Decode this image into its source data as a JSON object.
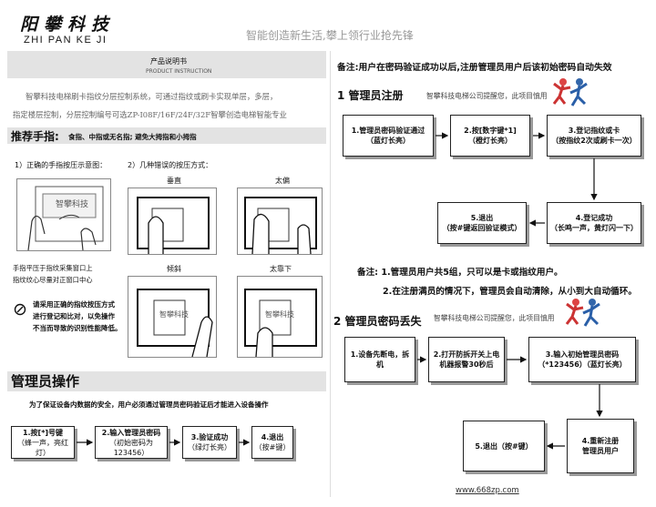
{
  "header": {
    "logo_cn": "阳攀科技",
    "logo_en": "ZHI PAN KE JI",
    "slogan": "智能创造新生活,攀上领行业抢先锋"
  },
  "manual": {
    "title": "产品说明书",
    "subtitle": "PRODUCT INSTRUCTION",
    "intro_line1": "智攀科技电梯刷卡指纹分层控制系统，可通过指纹或刷卡实现单层，多层，",
    "intro_line2": "指定楼层控制，分层控制编号可选ZP-I08F/16F/24F/32F智攀创造电梯智能专业"
  },
  "finger": {
    "title": "推荐手指:",
    "recommend": "食指、中指或无名指; 避免大拇指和小拇指",
    "correct_label": "1）正确的手指按压示意图：",
    "wrong_label": "2）几种错误的按压方式：",
    "brand_on_card": "智攀科技",
    "correct_caption_1": "手指平压于指纹采集窗口上",
    "correct_caption_2": "指纹纹心尽量对正窗口中心",
    "note_1": "请采用正确的指纹按压方式",
    "note_2": "进行登记和比对，以免操作",
    "note_3": "不当而导致的识别性能降低。",
    "wrong_types": [
      "垂直",
      "太偏",
      "倾斜",
      "太靠下"
    ]
  },
  "admin_ops": {
    "title": "管理员操作",
    "desc": "为了保证设备内数据的安全，用户必须通过管理员密码验证后才能进入设备操作",
    "steps": [
      {
        "l1": "1.按[*]号键",
        "l2": "（蜂一声，亮红灯）"
      },
      {
        "l1": "2.输入管理员密码",
        "l2": "（初始密码为123456）"
      },
      {
        "l1": "3.验证成功",
        "l2": "（绿灯长亮）"
      },
      {
        "l1": "4.退出",
        "l2": "（按#键）"
      }
    ]
  },
  "right": {
    "note_top": "备注:用户在密码验证成功以后,注册管理员用户后该初始密码自动失效",
    "section1": {
      "title": "1 管理员注册",
      "copyright": "智攀科技电梯公司提醒您，此项目慎用",
      "boxes": [
        {
          "l1": "1.管理员密码验证通过",
          "l2": "（蓝灯长亮）"
        },
        {
          "l1": "2.按[数字键*1]",
          "l2": "（橙灯长亮）"
        },
        {
          "l1": "3.登记指纹或卡",
          "l2": "（按指纹2次或刷卡一次）"
        },
        {
          "l1": "4.登记成功",
          "l2": "（长鸣一声，黄灯闪一下）"
        },
        {
          "l1": "5.退出",
          "l2": "（按#键返回验证模式）"
        }
      ]
    },
    "note_mid_1": "备注: 1.管理员用户共5组，只可以是卡或指纹用户。",
    "note_mid_2": "2.在注册满员的情况下，管理员会自动清除，从小到大自动循环。",
    "section2": {
      "title": "2 管理员密码丢失",
      "copyright": "智攀科技电梯公司提醒您，此项目慎用",
      "boxes": [
        {
          "l1": "1.设备先断电，拆机",
          "l2": ""
        },
        {
          "l1": "2.打开防拆开关上电",
          "l2": "机器报警30秒后"
        },
        {
          "l1": "3.输入初始管理员密码",
          "l2": "（*123456）（蓝灯长亮）"
        },
        {
          "l1": "4.重新注册",
          "l2": "管理员用户"
        },
        {
          "l1": "5.退出（按#键）",
          "l2": ""
        }
      ]
    },
    "footer_url": "www.668zp.com"
  }
}
